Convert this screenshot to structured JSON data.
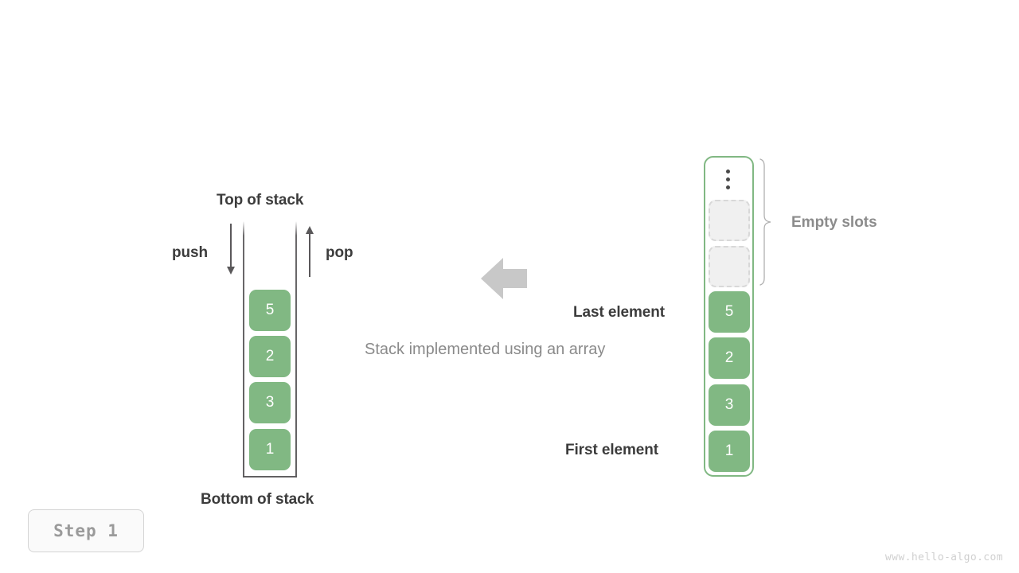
{
  "diagram": {
    "caption": "Stack implemented using an array",
    "stack": {
      "top_label": "Top of stack",
      "bottom_label": "Bottom of stack",
      "push_label": "push",
      "pop_label": "pop",
      "values": [
        "5",
        "2",
        "3",
        "1"
      ]
    },
    "array": {
      "ellipsis_icon": "vertical-ellipsis-icon",
      "empty_slots_label": "Empty slots",
      "empty_slot_count": 2,
      "last_element_label": "Last element",
      "first_element_label": "First element",
      "values": [
        "5",
        "2",
        "3",
        "1"
      ]
    },
    "transform_arrow_icon": "arrow-left-icon",
    "step_badge": "Step  1",
    "watermark": "www.hello-algo.com",
    "colors": {
      "element_fill": "#81b883",
      "array_border": "#81b883",
      "empty_slot_fill": "#f0f0f0",
      "empty_slot_border": "#d8d8d8",
      "stack_wall": "#5a585a",
      "transform_arrow": "#c8c8c8",
      "label_dark": "#3c3c3c",
      "label_gray": "#8c8c8c",
      "caption_gray": "#8a8a8a"
    }
  }
}
